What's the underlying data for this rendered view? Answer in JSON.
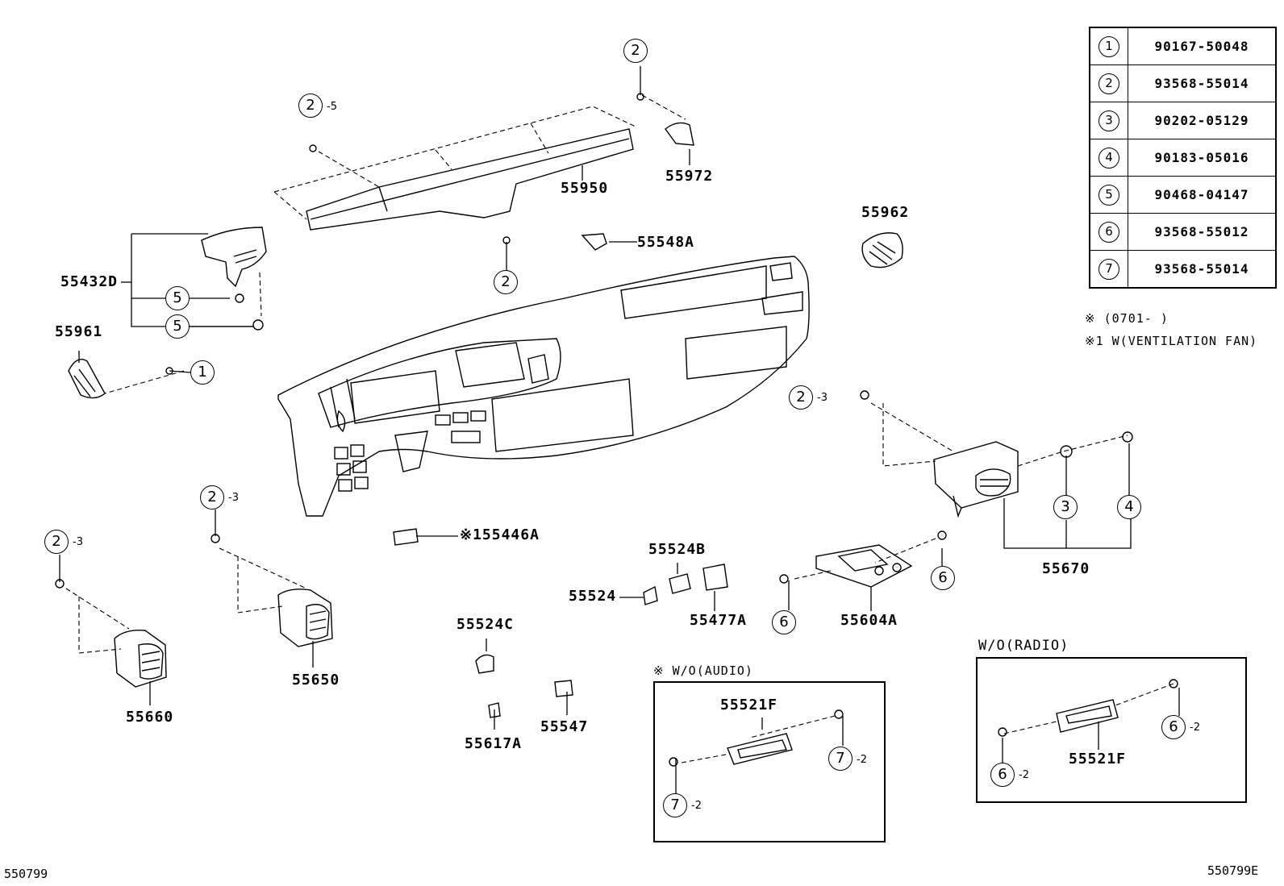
{
  "parts": {
    "p55950": "55950",
    "p55972": "55972",
    "p55962": "55962",
    "p55548A": "55548A",
    "p55432D": "55432D",
    "p55961": "55961",
    "p55446A": "※155446A",
    "p55524B": "55524B",
    "p55524": "55524",
    "p55477A": "55477A",
    "p55604A": "55604A",
    "p55670": "55670",
    "p55524C": "55524C",
    "p55650": "55650",
    "p55660": "55660",
    "p55617A": "55617A",
    "p55547": "55547",
    "p55521F_audio": "55521F",
    "p55521F_radio": "55521F"
  },
  "callouts": {
    "c1": "1",
    "c2": "2",
    "c3": "3",
    "c4": "4",
    "c5": "5",
    "c6": "6",
    "c7": "7"
  },
  "quantities": {
    "q5": "-5",
    "q3": "-3",
    "q2": "-2"
  },
  "reference_table": [
    {
      "num": "1",
      "part": "90167-50048"
    },
    {
      "num": "2",
      "part": "93568-55014"
    },
    {
      "num": "3",
      "part": "90202-05129"
    },
    {
      "num": "4",
      "part": "90183-05016"
    },
    {
      "num": "5",
      "part": "90468-04147"
    },
    {
      "num": "6",
      "part": "93568-55012"
    },
    {
      "num": "7",
      "part": "93568-55014"
    }
  ],
  "notes": {
    "date_range": "※  (0701-      )",
    "note1": "※1 W(VENTILATION FAN)"
  },
  "boxes": {
    "audio_title": "※ W/O(AUDIO)",
    "radio_title": "W/O(RADIO)"
  },
  "footer": {
    "left": "550799",
    "right": "550799E"
  }
}
